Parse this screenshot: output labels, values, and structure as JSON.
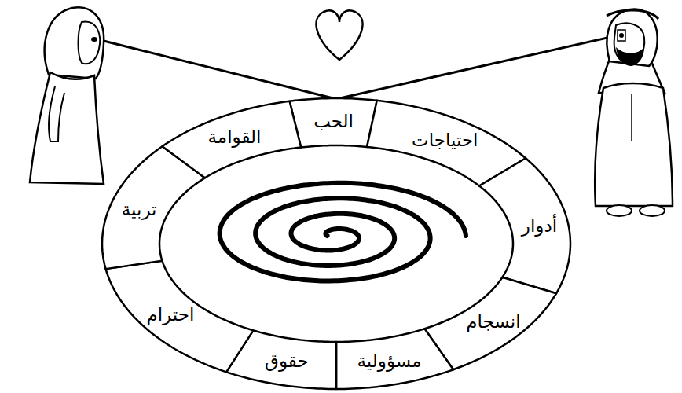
{
  "diagram": {
    "nodes": [
      {
        "text": [
          "الحب"
        ]
      },
      {
        "text": [
          "احتياجات"
        ]
      },
      {
        "text": [
          "أدوار"
        ]
      },
      {
        "text": [
          "انسجام"
        ]
      },
      {
        "text": [
          "مسؤولية"
        ]
      },
      {
        "text": [
          "حقوق"
        ]
      },
      {
        "text": [
          "احترام"
        ]
      },
      {
        "text": [
          "تربية"
        ]
      },
      {
        "text": [
          "القوامة"
        ]
      }
    ]
  }
}
